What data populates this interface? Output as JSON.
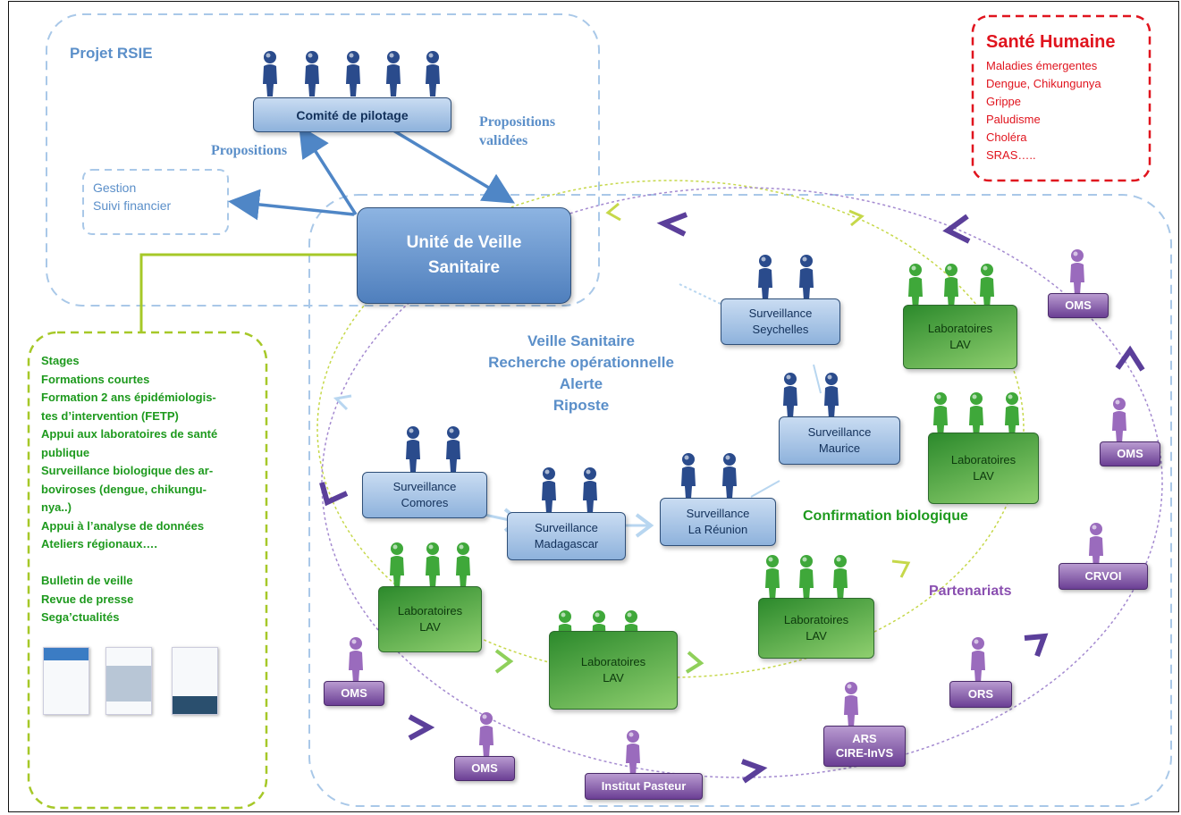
{
  "projet": {
    "title": "Projet RSIE"
  },
  "comite": {
    "label": "Comité de pilotage"
  },
  "arrows_text": {
    "propositions": "Propositions",
    "propositions_validees": "Propositions\nvalidées"
  },
  "gestion": {
    "line1": "Gestion",
    "line2": "Suivi financier"
  },
  "uvs": {
    "label": "Unité de Veille\nSanitaire"
  },
  "sante": {
    "title": "Santé Humaine",
    "items": [
      "Maladies émergentes",
      "Dengue, Chikungunya",
      "Grippe",
      "Paludisme",
      "Choléra",
      "SRAS….."
    ]
  },
  "activities": {
    "items": [
      "Stages",
      "Formations courtes",
      "Formation 2 ans épidémiologis-",
      "tes d’intervention (FETP)",
      "Appui aux laboratoires de santé",
      "publique",
      "Surveillance biologique des ar-",
      "boviroses (dengue, chikungu-",
      "nya..)",
      "Appui à l’analyse de données",
      "Ateliers régionaux…."
    ],
    "items2": [
      "Bulletin de veille",
      "Revue de presse",
      "Sega’ctualités"
    ]
  },
  "center": {
    "lines": [
      "Veille Sanitaire",
      "Recherche opérationnelle",
      "Alerte",
      "Riposte"
    ]
  },
  "surveillance": {
    "seychelles": "Surveillance\nSeychelles",
    "maurice": "Surveillance\nMaurice",
    "comores": "Surveillance\nComores",
    "madagascar": "Surveillance\nMadagascar",
    "reunion": "Surveillance\nLa Réunion"
  },
  "labs": {
    "label": "Laboratoires\nLAV"
  },
  "confirmation": "Confirmation biologique",
  "partenariats": "Partenariats",
  "partners": {
    "oms": "OMS",
    "crvoi": "CRVOI",
    "ors": "ORS",
    "ars": "ARS\nCIRE-InVS",
    "pasteur": "Institut Pasteur"
  },
  "colors": {
    "blue_text": "#5b8fc9",
    "dark_blue_text": "#3a6ea8",
    "red": "#e0141e",
    "green": "#1e9a1e",
    "purple": "#8a4fb0",
    "figure_blue": "#2a4b8c",
    "figure_green": "#3fa83a",
    "figure_purple": "#9a6bbd"
  }
}
